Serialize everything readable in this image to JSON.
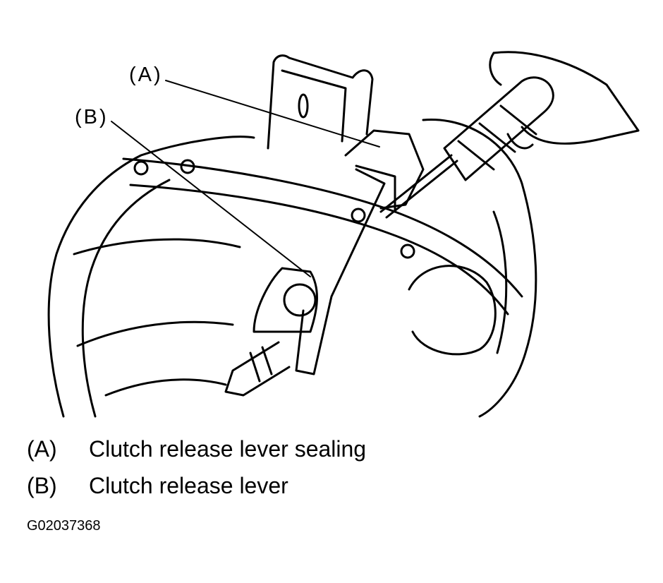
{
  "callouts": {
    "a": "(A)",
    "b": "(B)"
  },
  "legend": [
    {
      "key": "(A)",
      "text": "Clutch release lever sealing"
    },
    {
      "key": "(B)",
      "text": "Clutch release lever"
    }
  ],
  "figure_id": "G02037368",
  "colors": {
    "line": "#000000",
    "background": "#ffffff"
  }
}
